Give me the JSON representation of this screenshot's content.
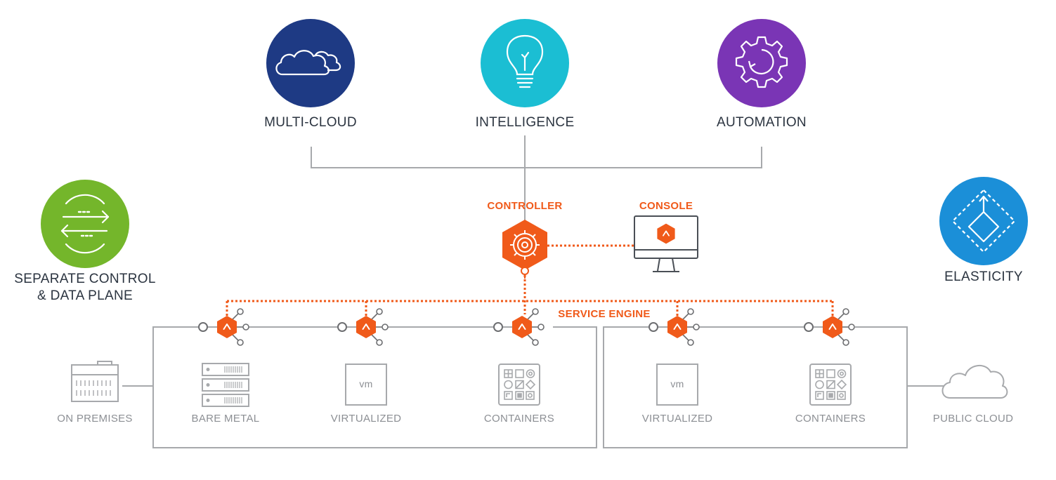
{
  "features": {
    "multi_cloud": {
      "label": "MULTI-CLOUD",
      "color": "#1e3a84",
      "icon": "cloud-icon"
    },
    "intelligence": {
      "label": "INTELLIGENCE",
      "color": "#1bbed3",
      "icon": "lightbulb-icon"
    },
    "automation": {
      "label": "AUTOMATION",
      "color": "#7a35b5",
      "icon": "gear-icon"
    },
    "separate": {
      "label_line1": "SEPARATE CONTROL",
      "label_line2": "& DATA PLANE",
      "color": "#74b62b",
      "icon": "arrows-exchange-icon"
    },
    "elasticity": {
      "label": "ELASTICITY",
      "color": "#1b8fd8",
      "icon": "scale-diamond-icon"
    }
  },
  "controller": {
    "label": "CONTROLLER",
    "icon": "controller-gear-icon"
  },
  "console": {
    "label": "CONSOLE",
    "icon": "monitor-icon"
  },
  "service_engine": {
    "label": "SERVICE ENGINE"
  },
  "accent_color": "#f05a1a",
  "line_color": "#a7a9ac",
  "environments": {
    "on_premises": {
      "label": "ON PREMISES",
      "icon": "building-icon"
    },
    "bare_metal": {
      "label": "BARE METAL",
      "icon": "server-rack-icon"
    },
    "virtualized_1": {
      "label": "VIRTUALIZED",
      "icon_text": "vm"
    },
    "containers_1": {
      "label": "CONTAINERS",
      "icon": "containers-grid-icon"
    },
    "virtualized_2": {
      "label": "VIRTUALIZED",
      "icon_text": "vm"
    },
    "containers_2": {
      "label": "CONTAINERS",
      "icon": "containers-grid-icon"
    },
    "public_cloud": {
      "label": "PUBLIC CLOUD",
      "icon": "cloud-outline-icon"
    }
  }
}
